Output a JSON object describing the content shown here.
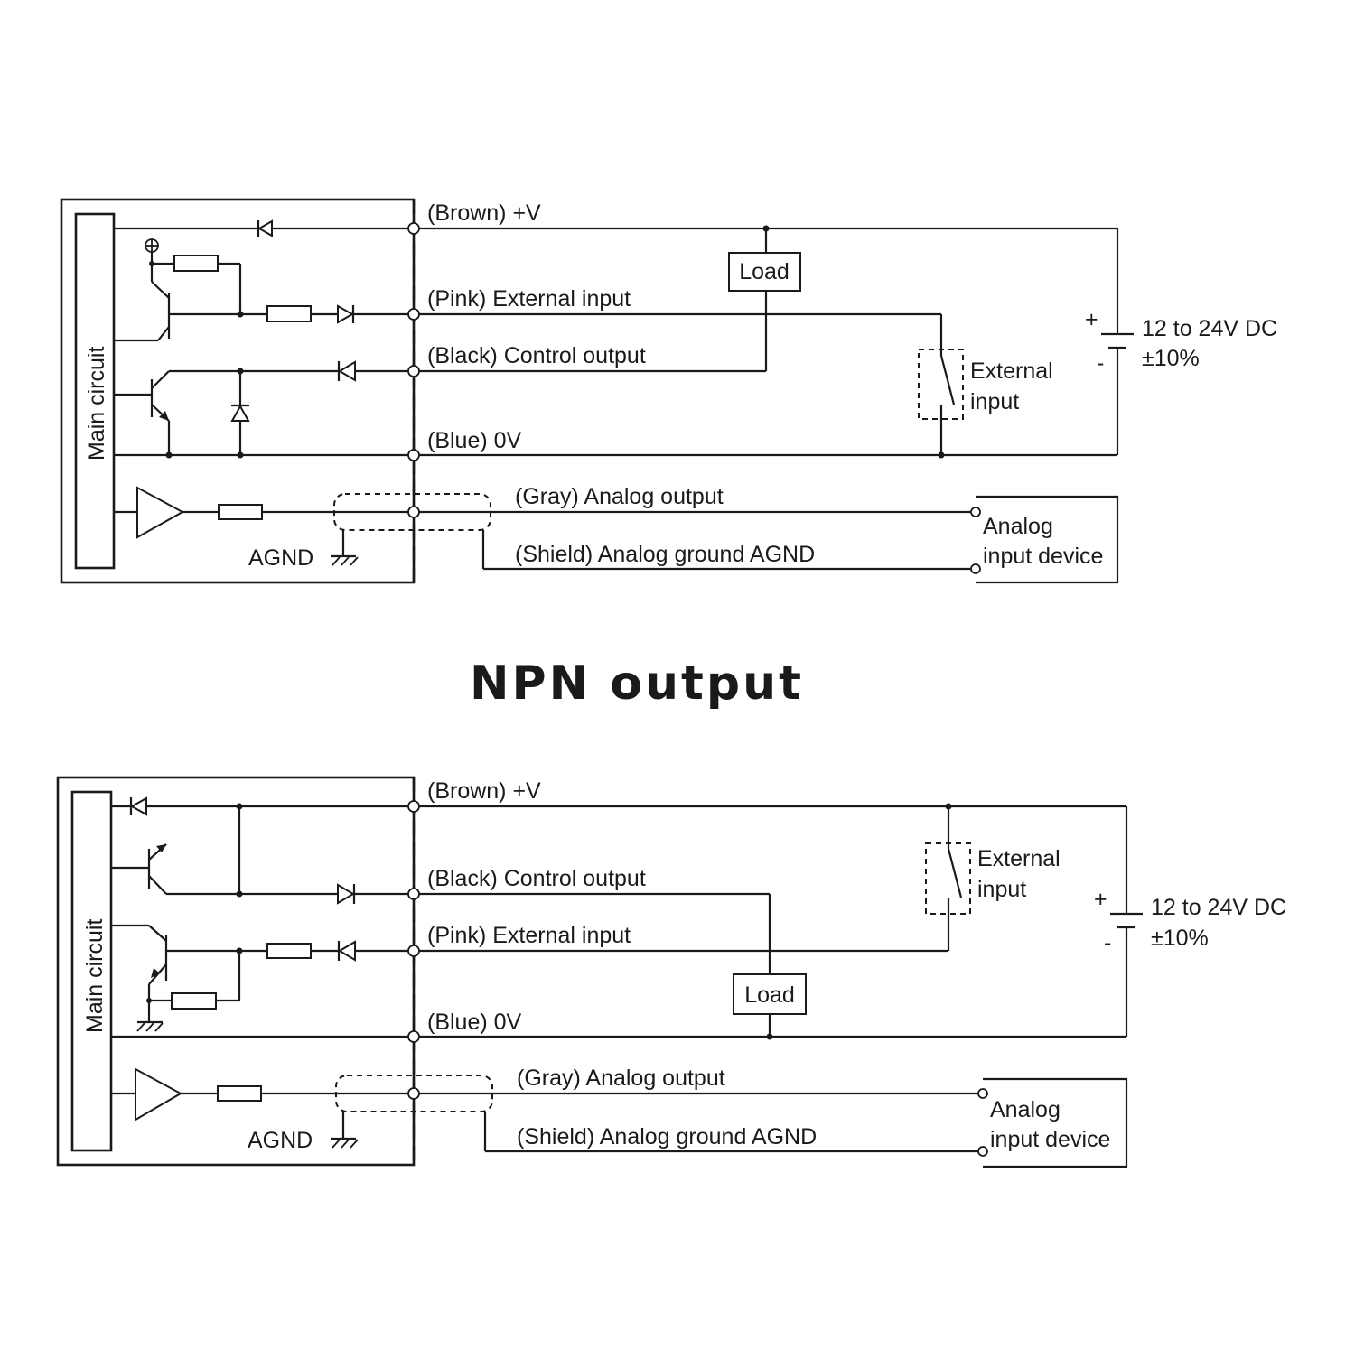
{
  "center_title": "NPN output",
  "diagram_top": {
    "main_circuit": "Main circuit",
    "brown": "(Brown) +V",
    "pink": "(Pink) External input",
    "black": "(Black) Control output",
    "blue": "(Blue) 0V",
    "gray": "(Gray) Analog output",
    "shield": "(Shield) Analog ground AGND",
    "agnd": "AGND",
    "load": "Load",
    "external_input_1": "External",
    "external_input_2": "input",
    "supply_1": "12 to 24V DC",
    "supply_2": "±10%",
    "plus": "+",
    "minus": "-",
    "analog_device_1": "Analog",
    "analog_device_2": "input device"
  },
  "diagram_bottom": {
    "main_circuit": "Main circuit",
    "brown": "(Brown) +V",
    "black": "(Black) Control output",
    "pink": "(Pink) External input",
    "blue": "(Blue) 0V",
    "gray": "(Gray) Analog output",
    "shield": "(Shield) Analog ground AGND",
    "agnd": "AGND",
    "load": "Load",
    "external_input_1": "External",
    "external_input_2": "input",
    "supply_1": "12 to 24V DC",
    "supply_2": "±10%",
    "plus": "+",
    "minus": "-",
    "analog_device_1": "Analog",
    "analog_device_2": "input device"
  }
}
